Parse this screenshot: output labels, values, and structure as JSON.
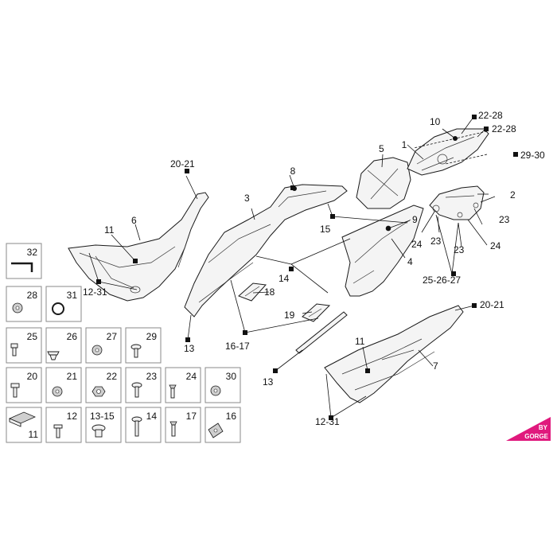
{
  "callouts": {
    "c1": "1",
    "c2": "2",
    "c3": "3",
    "c4": "4",
    "c5": "5",
    "c6": "6",
    "c7": "7",
    "c8": "8",
    "c9": "9",
    "c10": "10",
    "c11a": "11",
    "c11b": "11",
    "c12_31a": "12-31",
    "c12_31b": "12-31",
    "c13a": "13",
    "c13b": "13",
    "c14": "14",
    "c15": "15",
    "c16_17": "16-17",
    "c18": "18",
    "c19": "19",
    "c20_21a": "20-21",
    "c20_21b": "20-21",
    "c22_28a": "22-28",
    "c22_28b": "22-28",
    "c23a": "23",
    "c23b": "23",
    "c23c": "23",
    "c24a": "24",
    "c24b": "24",
    "c25_26_27": "25-26-27",
    "c29_30": "29-30"
  },
  "hardware": {
    "b32": "32",
    "b28": "28",
    "b31": "31",
    "b25": "25",
    "b26": "26",
    "b27": "27",
    "b29": "29",
    "b20": "20",
    "b21": "21",
    "b22": "22",
    "b23": "23",
    "b24": "24",
    "b30": "30",
    "b11": "11",
    "b12": "12",
    "b13_15": "13-15",
    "b14": "14",
    "b17": "17",
    "b16": "16"
  },
  "watermark": {
    "line1": "BY",
    "line2": "GORGE"
  },
  "colors": {
    "watermark": "#e0197d",
    "ink": "#111111"
  }
}
